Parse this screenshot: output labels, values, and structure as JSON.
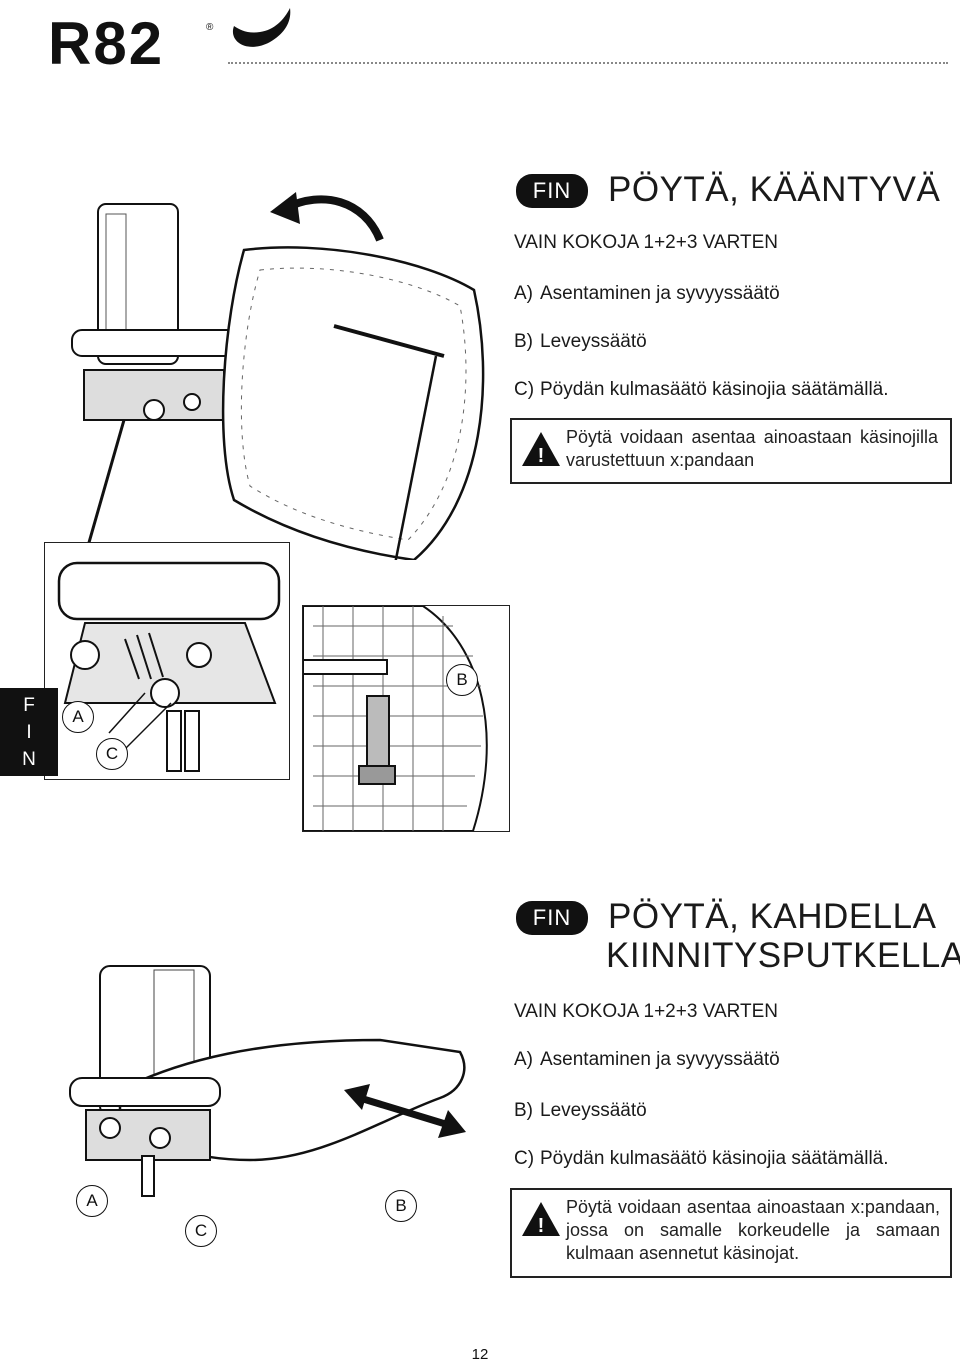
{
  "header": {
    "logo_text": "R82",
    "registered_mark": "®"
  },
  "section1": {
    "badge": "FIN",
    "title": "PÖYTÄ, KÄÄNTYVÄ",
    "subtitle": "VAIN KOKOJA 1+2+3 VARTEN",
    "items": [
      {
        "key": "A)",
        "text": "Asentaminen ja syvyyssäätö"
      },
      {
        "key": "B)",
        "text": "Leveyssäätö"
      },
      {
        "key": "C)",
        "text": "Pöydän kulmasäätö käsinojia säätämällä."
      }
    ],
    "warning": "Pöytä voidaan asentaa ainoastaan käsinojilla varustettuun x:pandaan",
    "callouts": {
      "a": "A",
      "b": "B",
      "c": "C"
    }
  },
  "sidetab": {
    "letters": [
      "F",
      "I",
      "N"
    ]
  },
  "section2": {
    "badge": "FIN",
    "title_line1": "PÖYTÄ, KAHDELLA",
    "title_line2": "KIINNITYSPUTKELLA",
    "subtitle": "VAIN KOKOJA 1+2+3 VARTEN",
    "items": [
      {
        "key": "A)",
        "text": "Asentaminen ja syvyyssäätö"
      },
      {
        "key": "B)",
        "text": "Leveyssäätö"
      },
      {
        "key": "C)",
        "text": "Pöydän kulmasäätö käsinojia säätämällä."
      }
    ],
    "warning": "Pöytä voidaan asentaa ainoastaan x:pandaan, jossa on samalle korkeudelle ja samaan kulmaan asennetut käsinojat.",
    "callouts": {
      "a": "A",
      "b": "B",
      "c": "C"
    }
  },
  "footer": {
    "page_number": "12"
  }
}
